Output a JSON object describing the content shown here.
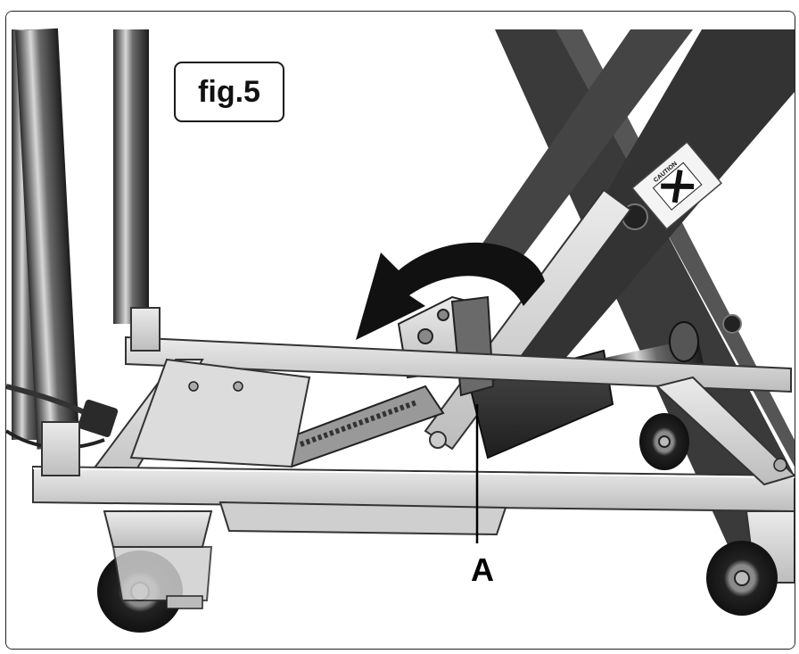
{
  "figure": {
    "label": "fig.5",
    "callout": "A",
    "caution_sticker": "CAUTION"
  }
}
